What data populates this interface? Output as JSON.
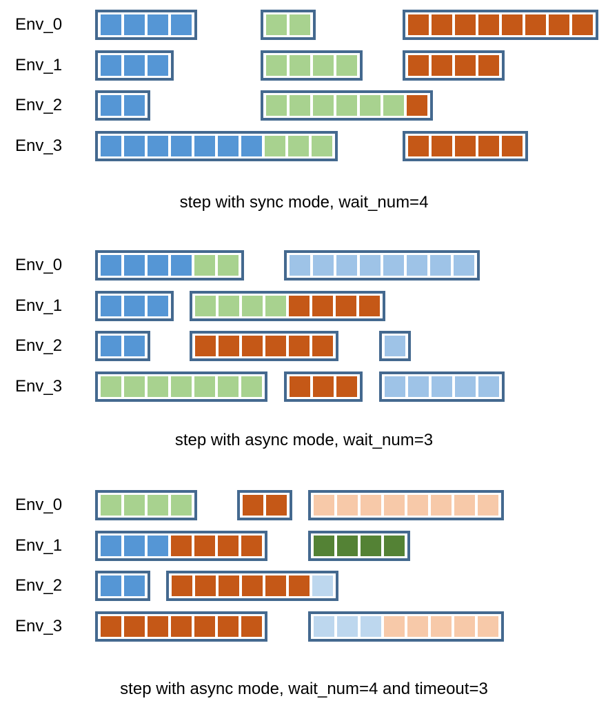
{
  "palette": {
    "blue": "#5596d5",
    "green": "#a8d28f",
    "orange": "#c55817",
    "light_blue": "#9ec3e7",
    "pale_blue": "#bdd7ee",
    "peach": "#f7c9a9",
    "dark_green": "#548235",
    "frame": "#44698f"
  },
  "panels": [
    {
      "caption": "step with sync mode, wait_num=4",
      "rows": [
        {
          "env": "Env_0",
          "bars": [
            {
              "start": 0,
              "cells": [
                "blue",
                "blue",
                "blue",
                "blue"
              ]
            },
            {
              "start": 7,
              "cells": [
                "green",
                "green"
              ]
            },
            {
              "start": 13,
              "cells": [
                "orange",
                "orange",
                "orange",
                "orange",
                "orange",
                "orange",
                "orange",
                "orange"
              ]
            }
          ]
        },
        {
          "env": "Env_1",
          "bars": [
            {
              "start": 0,
              "cells": [
                "blue",
                "blue",
                "blue"
              ]
            },
            {
              "start": 7,
              "cells": [
                "green",
                "green",
                "green",
                "green"
              ]
            },
            {
              "start": 13,
              "cells": [
                "orange",
                "orange",
                "orange",
                "orange"
              ]
            }
          ]
        },
        {
          "env": "Env_2",
          "bars": [
            {
              "start": 0,
              "cells": [
                "blue",
                "blue"
              ]
            },
            {
              "start": 7,
              "cells": [
                "green",
                "green",
                "green",
                "green",
                "green",
                "green",
                "orange"
              ]
            }
          ]
        },
        {
          "env": "Env_3",
          "bars": [
            {
              "start": 0,
              "cells": [
                "blue",
                "blue",
                "blue",
                "blue",
                "blue",
                "blue",
                "blue",
                "green",
                "green",
                "green"
              ]
            },
            {
              "start": 13,
              "cells": [
                "orange",
                "orange",
                "orange",
                "orange",
                "orange"
              ]
            }
          ]
        }
      ]
    },
    {
      "caption": "step with async mode, wait_num=3",
      "rows": [
        {
          "env": "Env_0",
          "bars": [
            {
              "start": 0,
              "cells": [
                "blue",
                "blue",
                "blue",
                "blue",
                "green",
                "green"
              ]
            },
            {
              "start": 8,
              "cells": [
                "light_blue",
                "light_blue",
                "light_blue",
                "light_blue",
                "light_blue",
                "light_blue",
                "light_blue",
                "light_blue"
              ]
            }
          ]
        },
        {
          "env": "Env_1",
          "bars": [
            {
              "start": 0,
              "cells": [
                "blue",
                "blue",
                "blue"
              ]
            },
            {
              "start": 4,
              "cells": [
                "green",
                "green",
                "green",
                "green",
                "orange",
                "orange",
                "orange",
                "orange"
              ]
            }
          ]
        },
        {
          "env": "Env_2",
          "bars": [
            {
              "start": 0,
              "cells": [
                "blue",
                "blue"
              ]
            },
            {
              "start": 4,
              "cells": [
                "orange",
                "orange",
                "orange",
                "orange",
                "orange",
                "orange"
              ]
            },
            {
              "start": 12,
              "cells": [
                "light_blue"
              ]
            }
          ]
        },
        {
          "env": "Env_3",
          "bars": [
            {
              "start": 0,
              "cells": [
                "green",
                "green",
                "green",
                "green",
                "green",
                "green",
                "green"
              ]
            },
            {
              "start": 8,
              "cells": [
                "orange",
                "orange",
                "orange"
              ]
            },
            {
              "start": 12,
              "cells": [
                "light_blue",
                "light_blue",
                "light_blue",
                "light_blue",
                "light_blue"
              ]
            }
          ]
        }
      ]
    },
    {
      "caption": "step with async mode, wait_num=4 and timeout=3",
      "rows": [
        {
          "env": "Env_0",
          "bars": [
            {
              "start": 0,
              "cells": [
                "green",
                "green",
                "green",
                "green"
              ]
            },
            {
              "start": 6,
              "cells": [
                "orange",
                "orange"
              ]
            },
            {
              "start": 9,
              "cells": [
                "peach",
                "peach",
                "peach",
                "peach",
                "peach",
                "peach",
                "peach",
                "peach"
              ]
            }
          ]
        },
        {
          "env": "Env_1",
          "bars": [
            {
              "start": 0,
              "cells": [
                "blue",
                "blue",
                "blue",
                "orange",
                "orange",
                "orange",
                "orange"
              ]
            },
            {
              "start": 9,
              "cells": [
                "dark_green",
                "dark_green",
                "dark_green",
                "dark_green"
              ]
            }
          ]
        },
        {
          "env": "Env_2",
          "bars": [
            {
              "start": 0,
              "cells": [
                "blue",
                "blue"
              ]
            },
            {
              "start": 3,
              "cells": [
                "orange",
                "orange",
                "orange",
                "orange",
                "orange",
                "orange",
                "pale_blue"
              ]
            }
          ]
        },
        {
          "env": "Env_3",
          "bars": [
            {
              "start": 0,
              "cells": [
                "orange",
                "orange",
                "orange",
                "orange",
                "orange",
                "orange",
                "orange"
              ]
            },
            {
              "start": 9,
              "cells": [
                "pale_blue",
                "pale_blue",
                "pale_blue",
                "peach",
                "peach",
                "peach",
                "peach",
                "peach"
              ]
            }
          ]
        }
      ]
    }
  ]
}
